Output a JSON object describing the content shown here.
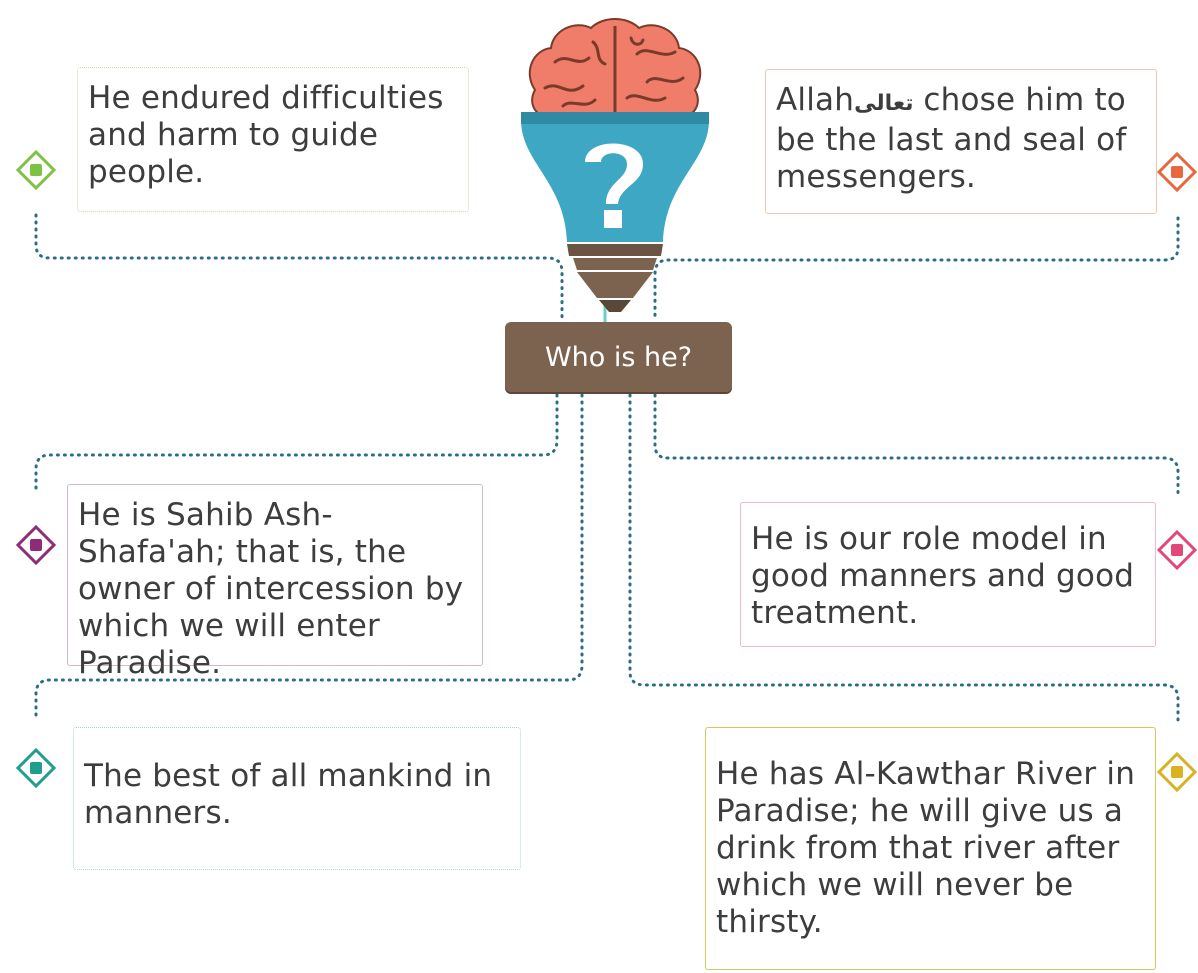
{
  "center": {
    "label": "Who is he?"
  },
  "cards": [
    {
      "id": "top-left",
      "text": "He endured difficulties and harm to guide people.",
      "color": "#7dc242"
    },
    {
      "id": "top-right",
      "text_pre": "Allah",
      "text_arabic": "تعالى",
      "text_post": " chose him to be the last and seal of messengers.",
      "color": "#e8673c"
    },
    {
      "id": "mid-left",
      "text": "He is Sahib Ash-Shafa'ah; that is, the owner of intercession by which we will enter Paradise.",
      "color": "#8e2c7a"
    },
    {
      "id": "mid-right",
      "text": "He is our role model in good manners and good treatment.",
      "color": "#e2477a"
    },
    {
      "id": "bottom-left",
      "text": "The best of all mankind in manners.",
      "color": "#1f9e8e"
    },
    {
      "id": "bottom-right",
      "text": "He has Al-Kawthar River in Paradise; he will give us a drink from that river after which we will never be thirsty.",
      "color": "#d9b21f"
    }
  ],
  "colors": {
    "brain": "#ef7d6a",
    "brain_lines": "#7a3b2a",
    "bulb_body": "#3ea8c4",
    "bulb_dark": "#2f8aa3",
    "socket": "#7b6350",
    "connector": "#2a6d8a"
  },
  "icons": [
    "brain-icon",
    "question-mark-icon",
    "diamond-marker-icon"
  ]
}
